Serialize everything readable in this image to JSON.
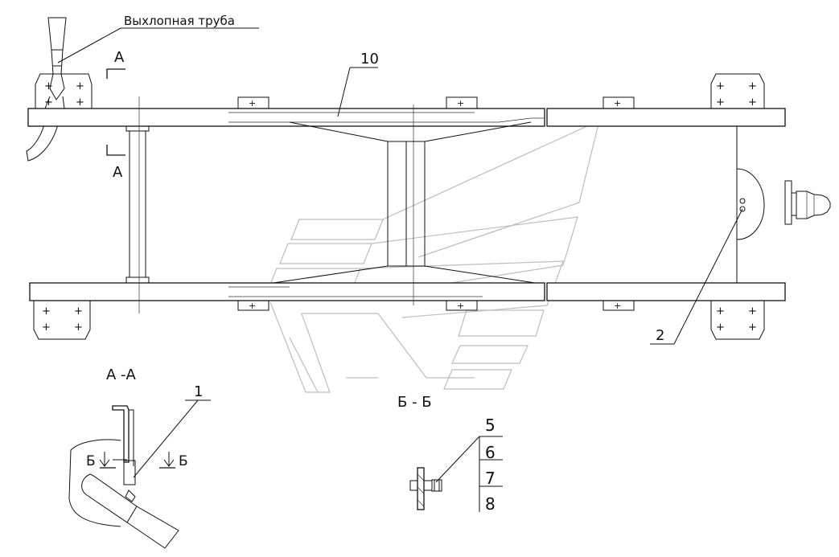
{
  "labels": {
    "exhaust_pipe": "Выхлопная труба",
    "section_a_top": "А",
    "section_a_bottom": "А",
    "callout_10": "10",
    "callout_2": "2",
    "callout_1": "1",
    "section_aa_title": "А -А",
    "section_bb_title": "Б - Б",
    "section_b_left": "Б",
    "section_b_right": "Б",
    "callout_5": "5",
    "callout_6": "6",
    "callout_7": "7",
    "callout_8": "8"
  }
}
